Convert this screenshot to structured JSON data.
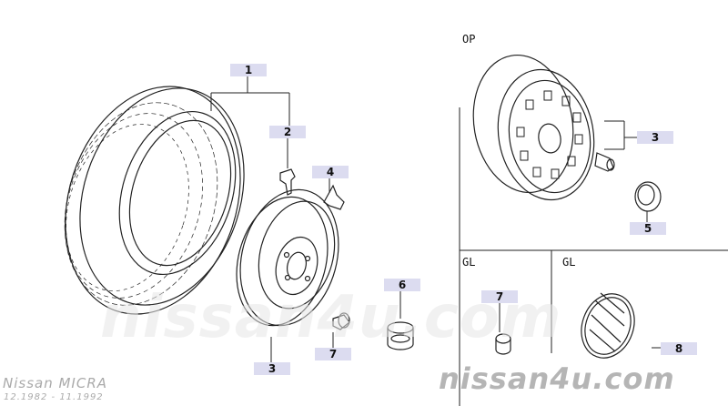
{
  "header": {
    "option_tag": "OP"
  },
  "sections": {
    "gl_left": "GL",
    "gl_right": "GL"
  },
  "callouts": [
    {
      "id": "c1",
      "text": "1"
    },
    {
      "id": "c2",
      "text": "2"
    },
    {
      "id": "c4",
      "text": "4"
    },
    {
      "id": "c3a",
      "text": "3"
    },
    {
      "id": "c5",
      "text": "5"
    },
    {
      "id": "c3b",
      "text": "3"
    },
    {
      "id": "c7a",
      "text": "7"
    },
    {
      "id": "c6",
      "text": "6"
    },
    {
      "id": "c7b",
      "text": "7"
    },
    {
      "id": "c8",
      "text": "8"
    }
  ],
  "footer": {
    "brand": "Nissan  MICRA",
    "dates": "12.1982  -  11.1992",
    "watermark": "nissan4u.com",
    "watermark_small": "nissan4u.com"
  },
  "colors": {
    "line": "#222222",
    "label_bg": "#dcdcf0",
    "watermark": "#9a9a9a"
  }
}
